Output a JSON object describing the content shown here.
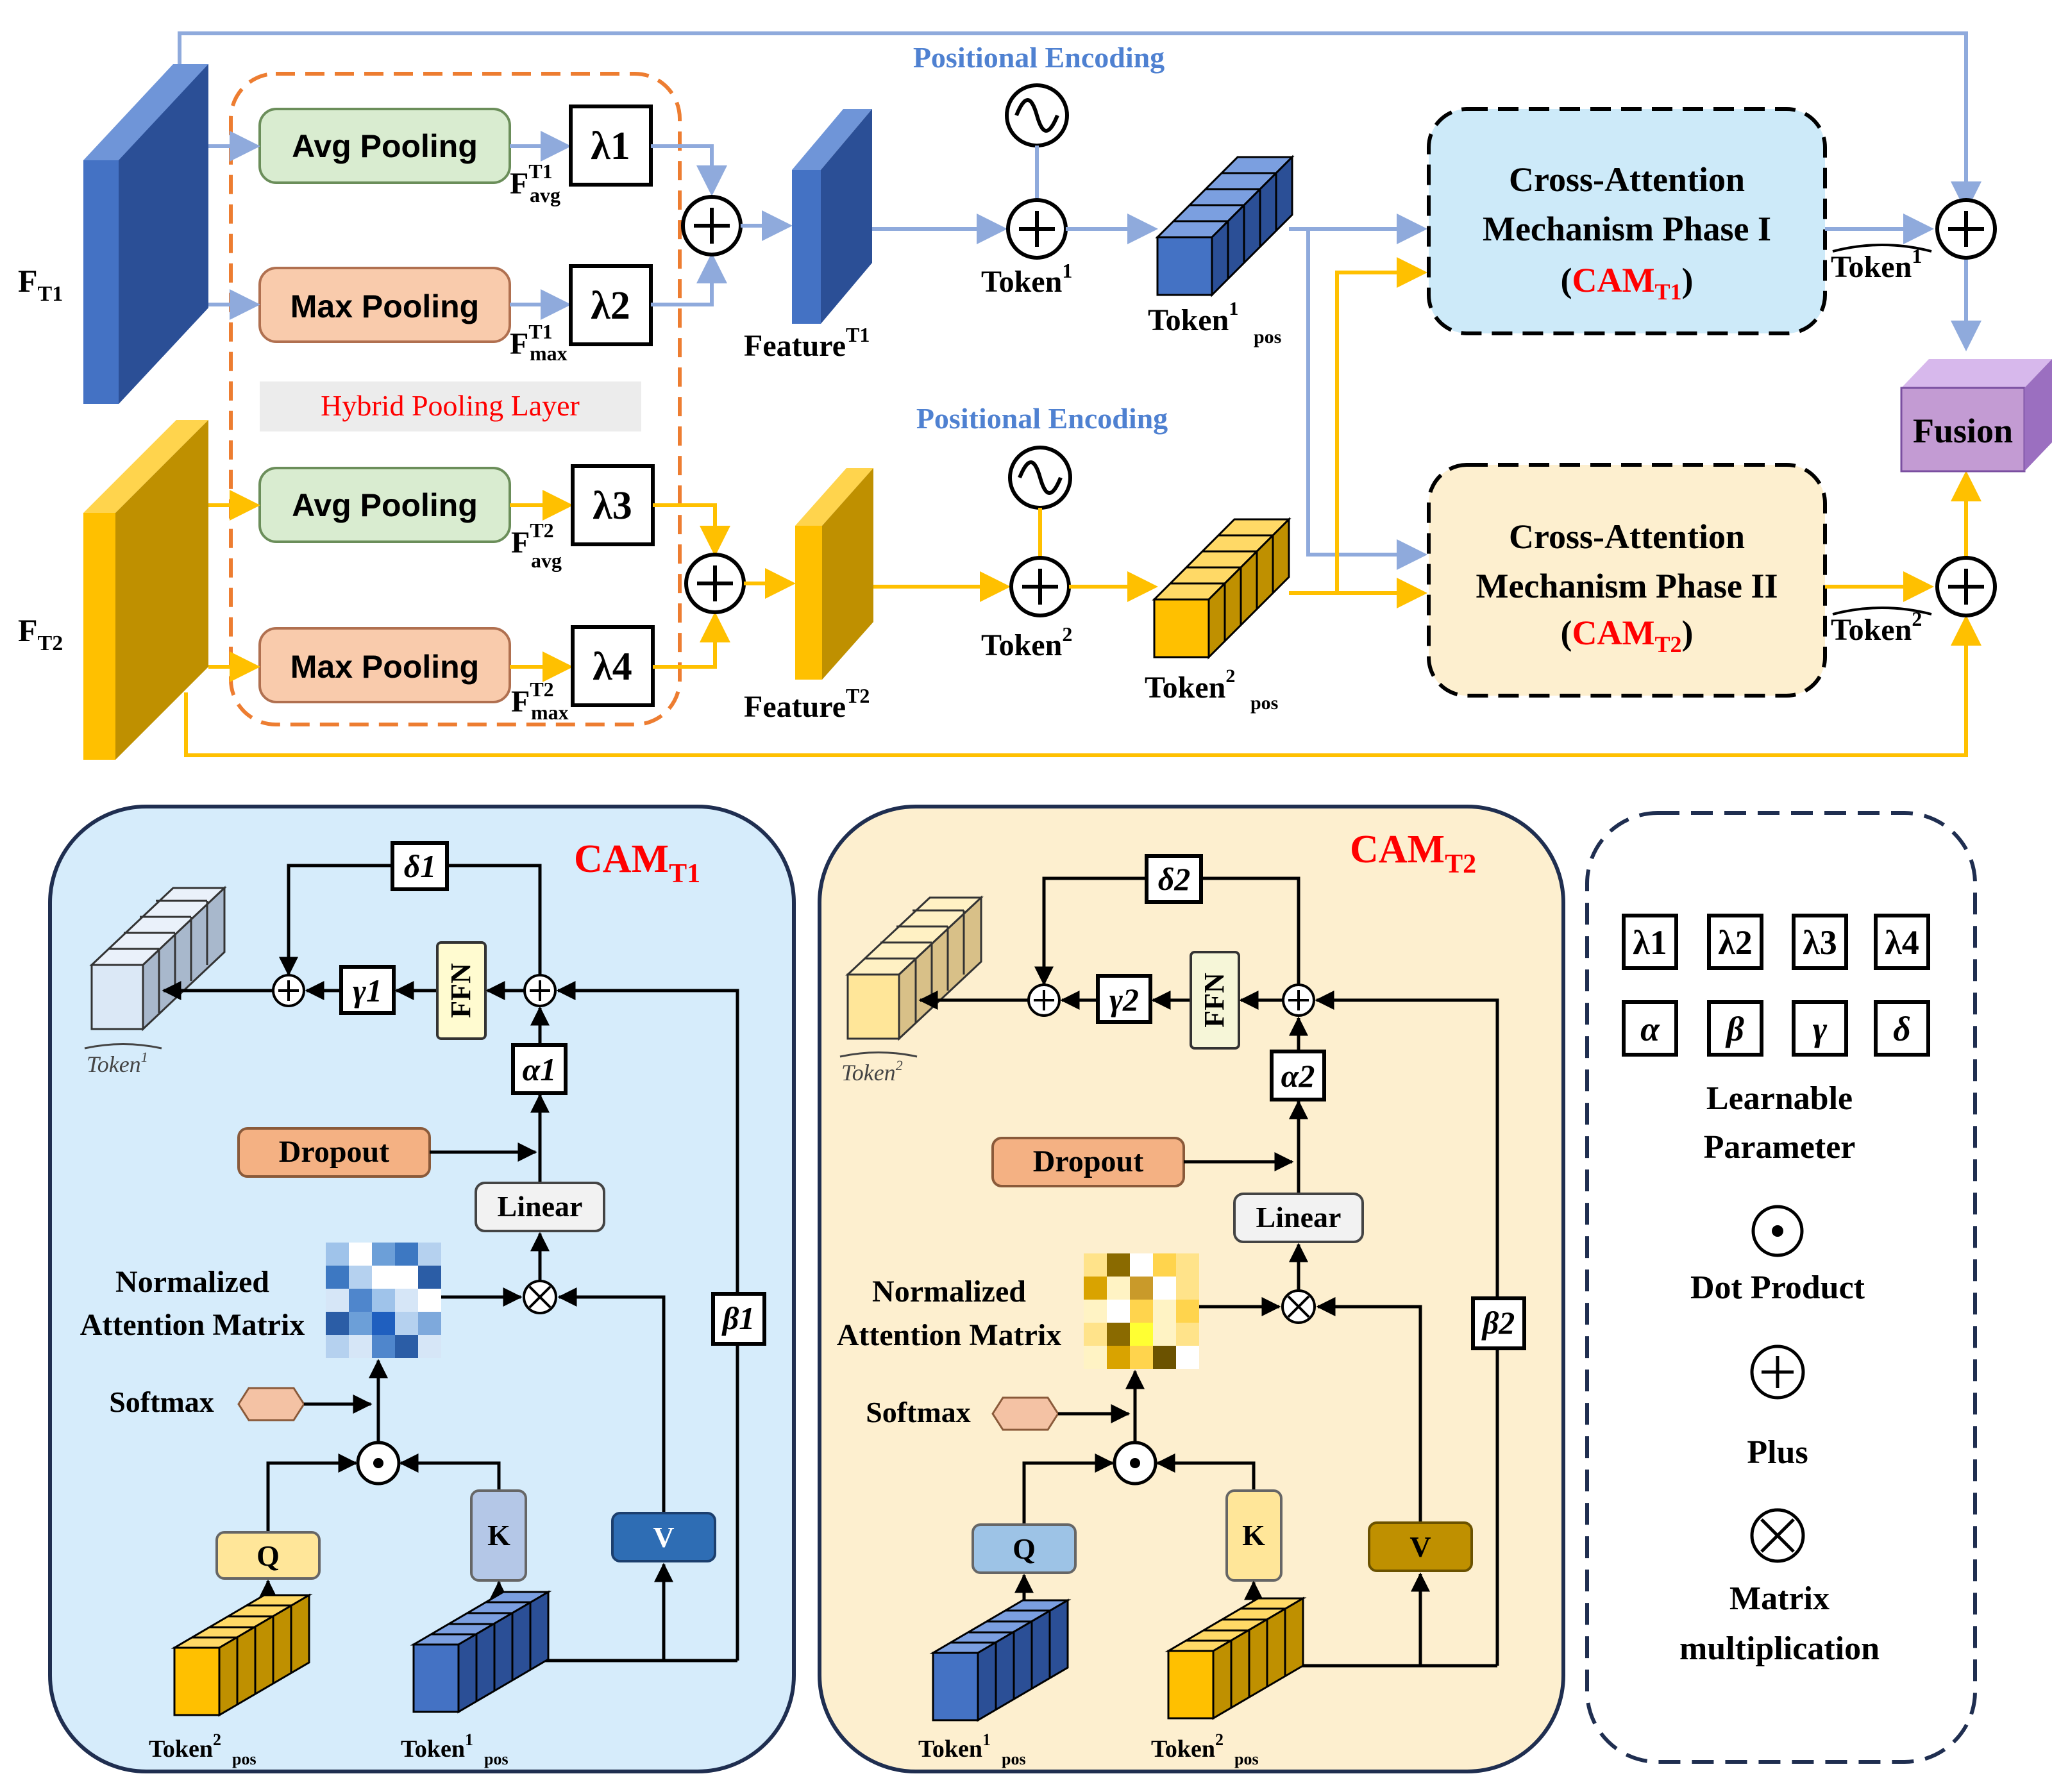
{
  "top": {
    "pos_enc_1": "Positional Encoding",
    "pos_enc_2": "Positional Encoding",
    "ft1_base": "F",
    "ft1_sub": "T1",
    "ft2_base": "F",
    "ft2_sub": "T2",
    "avg_pool_1": "Avg Pooling",
    "max_pool_1": "Max Pooling",
    "avg_pool_2": "Avg Pooling",
    "max_pool_2": "Max Pooling",
    "hybrid_label": "Hybrid Pooling Layer",
    "lambda1": "λ1",
    "lambda2": "λ2",
    "lambda3": "λ3",
    "lambda4": "λ4",
    "favg1_base": "F",
    "favg1_sup": "T1",
    "favg1_sub": "avg",
    "fmax1_base": "F",
    "fmax1_sup": "T1",
    "fmax1_sub": "max",
    "favg2_base": "F",
    "favg2_sup": "T2",
    "favg2_sub": "avg",
    "fmax2_base": "F",
    "fmax2_sup": "T2",
    "fmax2_sub": "max",
    "feature1_base": "Feature",
    "feature1_sup": "T1",
    "feature2_base": "Feature",
    "feature2_sup": "T2",
    "token1_base": "Token",
    "token1_sup": "1",
    "token2_base": "Token",
    "token2_sup": "2",
    "tokpos1_base": "Token",
    "tokpos1_sup": "1",
    "tokpos1_sub": "pos",
    "tokpos2_base": "Token",
    "tokpos2_sup": "2",
    "tokpos2_sub": "pos",
    "cam1_line1": "Cross-Attention",
    "cam1_line2": "Mechanism Phase I",
    "cam1_open": "(",
    "cam1_name": "CAM",
    "cam1_sub": "T1",
    "cam1_close": ")",
    "cam2_line1": "Cross-Attention",
    "cam2_line2": "Mechanism Phase II",
    "cam2_open": "(",
    "cam2_name": "CAM",
    "cam2_sub": "T2",
    "cam2_close": ")",
    "tokhat1_base": "Token",
    "tokhat1_sup": "1",
    "tokhat2_base": "Token",
    "tokhat2_sup": "2",
    "fusion": "Fusion"
  },
  "cam1": {
    "title": "CAM",
    "title_sub": "T1",
    "delta": "δ1",
    "gamma": "γ1",
    "alpha": "α1",
    "beta": "β1",
    "ffn": "FFN",
    "dropout": "Dropout",
    "linear": "Linear",
    "norm_line1": "Normalized",
    "norm_line2": "Attention Matrix",
    "softmax": "Softmax",
    "q": "Q",
    "k": "K",
    "v": "V",
    "out_token": "Token",
    "out_token_sup": "1",
    "q_token_base": "Token",
    "q_token_sup": "2",
    "q_token_sub": "pos",
    "k_token_base": "Token",
    "k_token_sup": "1",
    "k_token_sub": "pos"
  },
  "cam2": {
    "title": "CAM",
    "title_sub": "T2",
    "delta": "δ2",
    "gamma": "γ2",
    "alpha": "α2",
    "beta": "β2",
    "ffn": "FFN",
    "dropout": "Dropout",
    "linear": "Linear",
    "norm_line1": "Normalized",
    "norm_line2": "Attention Matrix",
    "softmax": "Softmax",
    "q": "Q",
    "k": "K",
    "v": "V",
    "out_token": "Token",
    "out_token_sup": "2",
    "q_token_base": "Token",
    "q_token_sup": "1",
    "q_token_sub": "pos",
    "k_token_base": "Token",
    "k_token_sup": "2",
    "k_token_sub": "pos"
  },
  "legend": {
    "params": [
      "λ1",
      "λ2",
      "λ3",
      "λ4",
      "α",
      "β",
      "γ",
      "δ"
    ],
    "learnable_1": "Learnable",
    "learnable_2": "Parameter",
    "dot_product": "Dot Product",
    "plus": "Plus",
    "matmul_1": "Matrix",
    "matmul_2": "multiplication"
  },
  "colors": {
    "blue_line": "#8faadc",
    "yellow_line": "#ffc000",
    "blue_block": "#4472c4",
    "yellow_block": "#ffc000",
    "cam1_bg": "#d6ecfb",
    "cam2_bg": "#fdefcf",
    "avg_fill": "#d9ecd0",
    "max_fill": "#f9cbac",
    "fusion_fill": "#c39bd3",
    "red": "#ff0000",
    "pe_blue": "#4f81d1"
  }
}
